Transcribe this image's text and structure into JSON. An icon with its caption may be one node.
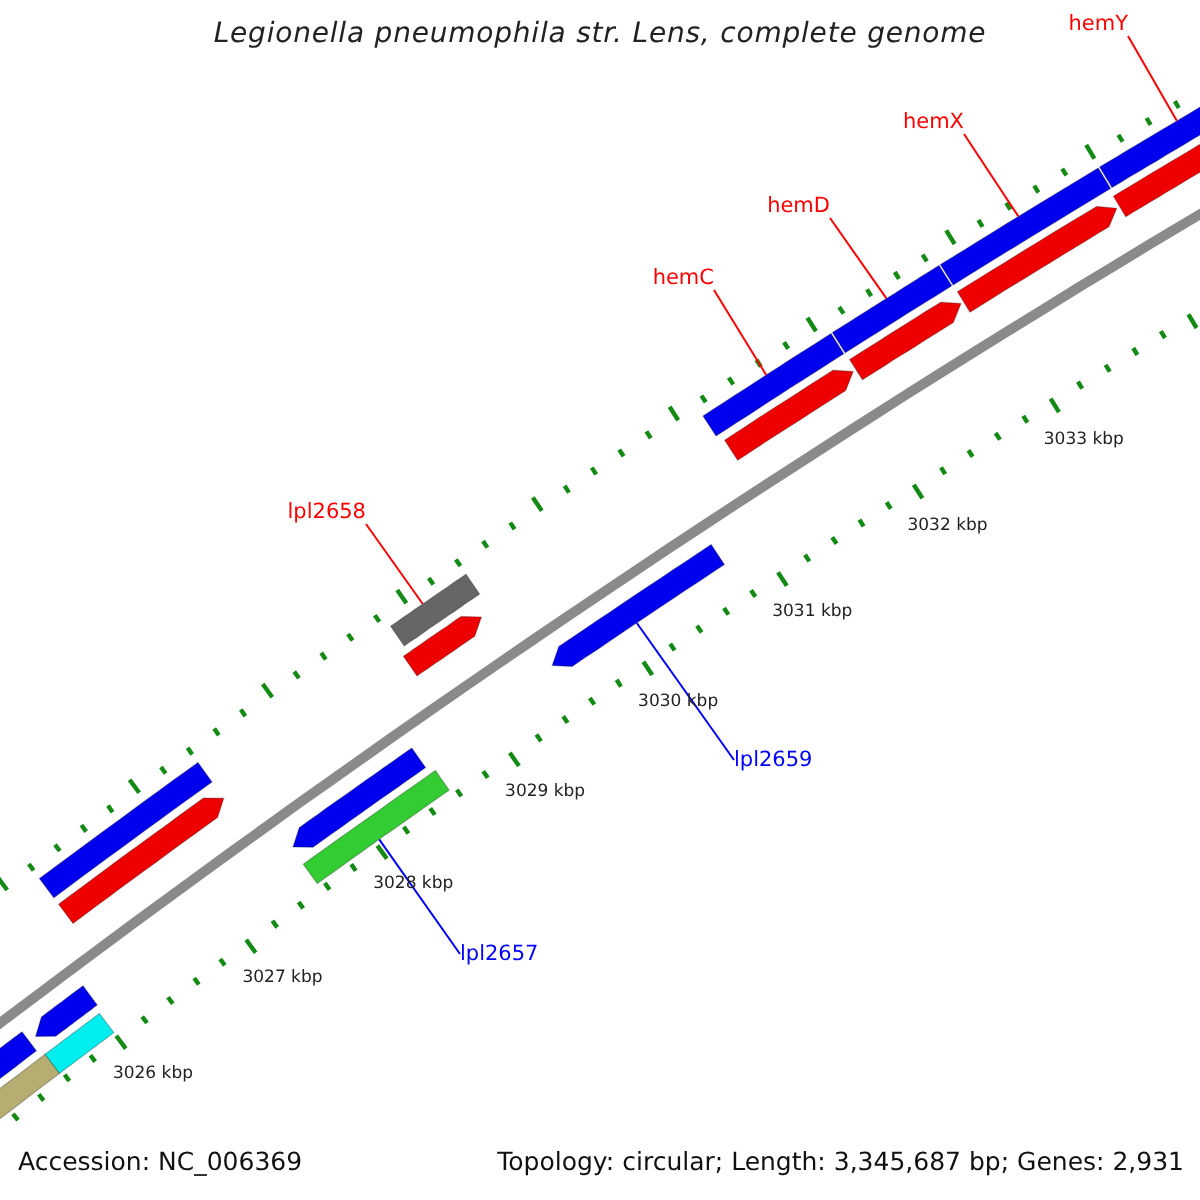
{
  "diagram": {
    "title": "Legionella pneumophila str. Lens, complete genome",
    "nodes": [
      {
        "text": [
          "hemY"
        ]
      },
      {
        "text": [
          "hemX"
        ]
      },
      {
        "text": [
          "hemD"
        ]
      },
      {
        "text": [
          "hemC"
        ]
      },
      {
        "text": [
          "lpl2658"
        ]
      },
      {
        "text": [
          "lpl2659"
        ]
      },
      {
        "text": [
          "lpl2657"
        ]
      },
      {
        "text": [],
        "shape": "bar"
      },
      {
        "text": [],
        "shape": "bar"
      },
      {
        "text": [],
        "shape": "bar"
      },
      {
        "text": [],
        "shape": "bar"
      },
      {
        "text": [],
        "shape": "bar"
      },
      {
        "text": [],
        "shape": "bar"
      },
      {
        "text": [],
        "shape": "bar"
      },
      {
        "text": [],
        "shape": "bar"
      },
      {
        "text": [],
        "shape": "bar"
      },
      {
        "text": [],
        "shape": "bar"
      },
      {
        "text": [],
        "shape": "bar"
      },
      {
        "text": [],
        "shape": "bar"
      },
      {
        "text": [],
        "shape": "bar"
      },
      {
        "text": [],
        "shape": "bar"
      },
      {
        "text": [],
        "shape": "bar"
      },
      {
        "text": [],
        "shape": "bar"
      },
      {
        "text": [],
        "shape": "bar"
      },
      {
        "text": [],
        "shape": "bar"
      },
      {
        "text": [],
        "shape": "bar"
      }
    ],
    "edges": [
      {
        "from": 0,
        "to": 25,
        "arrow": "none"
      },
      {
        "from": 1,
        "to": 22,
        "arrow": "none"
      },
      {
        "from": 2,
        "to": 20,
        "arrow": "none"
      },
      {
        "from": 3,
        "to": 18,
        "arrow": "none"
      },
      {
        "from": 4,
        "to": 16,
        "arrow": "none"
      },
      {
        "from": 5,
        "to": 17,
        "arrow": "none",
        "color": "#0000ff"
      },
      {
        "from": 6,
        "to": 13,
        "arrow": "none",
        "color": "#0000ff"
      }
    ],
    "labels": [
      "3033 kbp",
      "3032 kbp",
      "3031 kbp",
      "3030 kbp",
      "3029 kbp",
      "3028 kbp",
      "3027 kbp",
      "3026 kbp",
      "Accession: NC_006369",
      "Topology: circular; Length: 3,345,687 bp; Genes: 2,931"
    ]
  }
}
